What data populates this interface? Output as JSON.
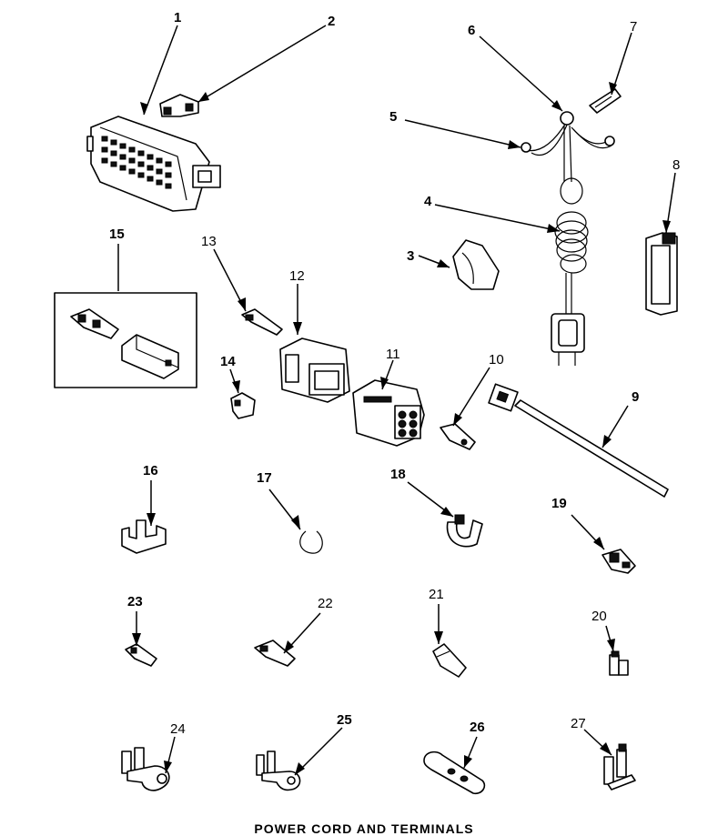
{
  "callouts": {
    "c1": "1",
    "c2": "2",
    "c3": "3",
    "c4": "4",
    "c5": "5",
    "c6": "6",
    "c7": "7",
    "c8": "8",
    "c9": "9",
    "c10": "10",
    "c11": "11",
    "c12": "12",
    "c13": "13",
    "c14": "14",
    "c15": "15",
    "c16": "16",
    "c17": "17",
    "c18": "18",
    "c19": "19",
    "c20": "20",
    "c21": "21",
    "c22": "22",
    "c23": "23",
    "c24": "24",
    "c25": "25",
    "c26": "26",
    "c27": "27"
  },
  "footer": {
    "title": "POWER CORD AND TERMINALS"
  }
}
